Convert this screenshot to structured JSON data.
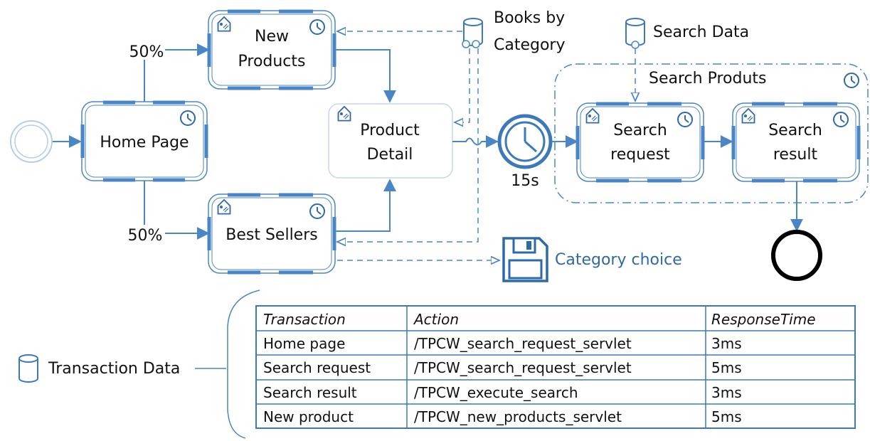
{
  "diagram": {
    "nodes": {
      "home_page": "Home Page",
      "new_products_line1": "New",
      "new_products_line2": "Products",
      "best_sellers": "Best Sellers",
      "product_detail_line1": "Product",
      "product_detail_line2": "Detail",
      "search_request_line1": "Search",
      "search_request_line2": "request",
      "search_result_line1": "Search",
      "search_result_line2": "result"
    },
    "probabilities": {
      "to_new_products": "50%",
      "to_best_sellers": "50%"
    },
    "data_stores": {
      "books_line1": "Books by",
      "books_line2": "Category",
      "search_data": "Search Data",
      "transaction_data": "Transaction Data"
    },
    "group_label": "Search Produts",
    "timer_label": "15s",
    "data_object_label": "Category choice",
    "colors": {
      "accent": "#4a86c5",
      "dark_accent": "#2f6aa8",
      "line": "#5a8cc0"
    }
  },
  "table": {
    "headers": [
      "Transaction",
      "Action",
      "ResponseTime"
    ],
    "rows": [
      [
        "Home page",
        "/TPCW_search_request_servlet",
        "3ms"
      ],
      [
        "Search request",
        "/TPCW_search_request_servlet",
        "5ms"
      ],
      [
        "Search result",
        "/TPCW_execute_search",
        "3ms"
      ],
      [
        "New product",
        "/TPCW_new_products_servlet",
        "5ms"
      ]
    ]
  }
}
